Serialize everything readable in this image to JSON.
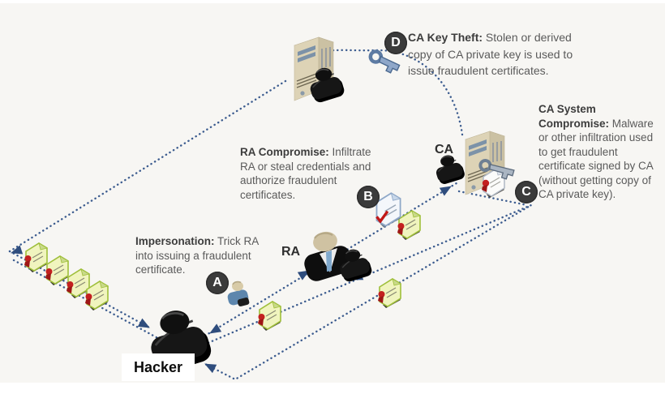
{
  "diagram": {
    "type": "isometric-security-threat-diagram",
    "subject": "Certificate Authority attack vectors"
  },
  "colors": {
    "background": "#f7f6f3",
    "dotted_line": "#3c5c8f",
    "arrowhead": "#2f4d7d",
    "badge": "#3b3b3b",
    "server_tan": "#ddd3b6",
    "cert_green": "#f0f4be",
    "cert_seal_red": "#c32020",
    "key_blue": "#8fa7c9",
    "person_black": "#121212",
    "person_blue": "#5d86ad"
  },
  "nodes": {
    "hacker": {
      "label": "Hacker"
    },
    "ra": {
      "label": "RA"
    },
    "ca": {
      "label": "CA"
    }
  },
  "annotations": {
    "a": {
      "letter": "A",
      "title": "Impersonation:",
      "body": " Trick RA into issuing a fraudulent certificate."
    },
    "b": {
      "letter": "B",
      "title": "RA Compromise:",
      "body": " Infiltrate RA or steal credentials and authorize fraudulent certificates."
    },
    "c": {
      "letter": "C",
      "title": "CA System Compromise:",
      "body": " Malware or other infiltration used to get fraudulent certificate signed by CA (without getting copy of CA private key)."
    },
    "d": {
      "letter": "D",
      "title": "CA Key Theft:",
      "body": " Stolen or derived copy of CA private key is used to issue fraudulent certificates."
    }
  },
  "icons": {
    "server": "server-tower-icon",
    "hacker": "hacker-person-icon",
    "ra_person": "ra-officer-icon",
    "ca_person": "admin-person-icon",
    "impersonator": "blue-person-icon",
    "certificate": "green-certificate-icon",
    "fraud_certificate": "blue-certificate-check-icon",
    "ca_certificate": "white-certificate-icon",
    "key": "key-icon"
  }
}
